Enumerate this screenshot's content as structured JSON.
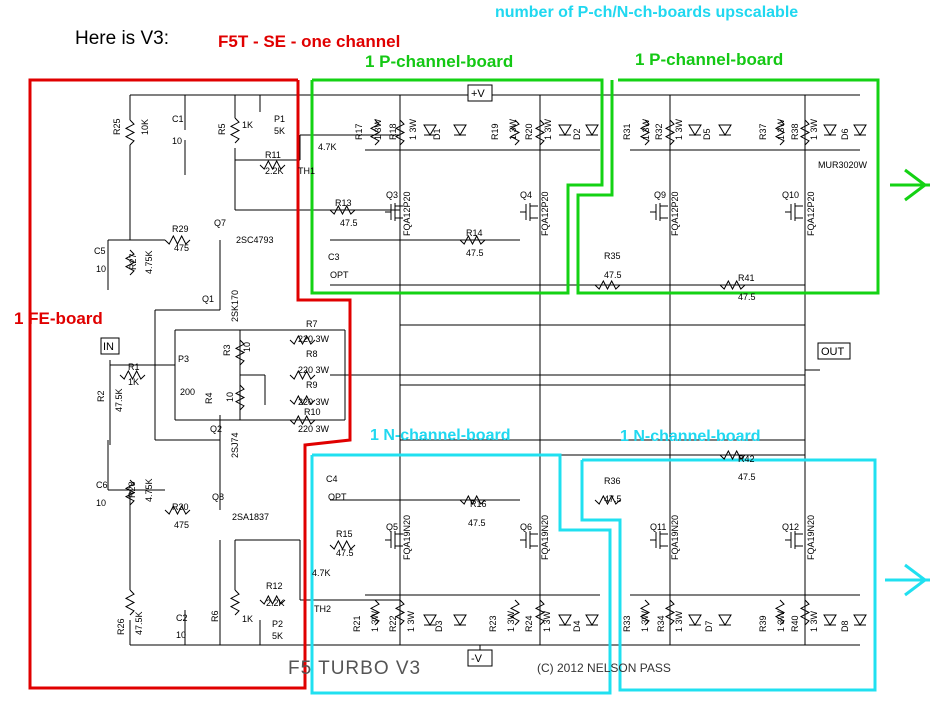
{
  "header": {
    "title": "Here is V3:",
    "subtitle": "F5T - SE - one channel",
    "upscale_note": "number of P-ch/N-ch-boards upscalable"
  },
  "boards": {
    "fe": "1 FE-board",
    "p1": "1 P-channel-board",
    "p2": "1 P-channel-board",
    "n1": "1 N-channel-board",
    "n2": "1 N-channel-board"
  },
  "colors": {
    "fe": "#e00000",
    "p": "#14d214",
    "n": "#20e0f0",
    "wire": "#000000"
  },
  "schematic": {
    "title": "F5 TURBO V3",
    "copyright": "(C) 2012 NELSON PASS",
    "ports": {
      "vplus": "+V",
      "vminus": "-V",
      "in": "IN",
      "out": "OUT"
    },
    "labels": {
      "R25": "R25",
      "R25v": "10K",
      "C1": "C1",
      "C1v": "10",
      "R5": "R5",
      "R5v": "1K",
      "P1": "P1",
      "P1v": "5K",
      "R11": "R11",
      "R11v": "2.2K",
      "TH1v": "4.7K",
      "TH1": "TH1",
      "R17": "R17",
      "R17v": "1 3W",
      "R18": "R18",
      "R18v": "1 3W",
      "D1": "D1",
      "D2": "D2",
      "R19": "R19",
      "R19v": "1 3W",
      "R20": "R20",
      "R20v": "1 3W",
      "R31": "R31",
      "R31v": "1 3W",
      "R32": "R32",
      "R32v": "1 3W",
      "D5": "D5",
      "D6": "D6",
      "R37": "R37",
      "R37v": "1 3W",
      "R38": "R38",
      "R38v": "1 3W",
      "mur": "MUR3020W",
      "Q7": "Q7",
      "Q7t": "2SC4793",
      "R13": "R13",
      "R13v": "47.5",
      "Q3": "Q3",
      "Q3t": "FQA12P20",
      "Q4": "Q4",
      "Q4t": "FQA12P20",
      "Q9": "Q9",
      "Q9t": "FQA12P20",
      "Q10": "Q10",
      "Q10t": "FQA12P20",
      "R29": "R29",
      "R29v": "475",
      "C5": "C5",
      "C5v": "10",
      "R27": "R27",
      "R27v": "4.75K",
      "R14": "R14",
      "R14v": "47.5",
      "C3": "C3",
      "C3v": "OPT",
      "R35": "R35",
      "R35v": "47.5",
      "R41": "R41",
      "R41v": "47.5",
      "Q1": "Q1",
      "Q1t": "2SK170",
      "R7": "R7",
      "R7v": "220 3W",
      "R8": "R8",
      "R8v": "220 3W",
      "R9": "R9",
      "R9v": "220 3W",
      "R10": "R10",
      "R10v": "220 3W",
      "R3": "R3",
      "R3v": "10",
      "R4": "R4",
      "R4v": "10",
      "P3": "P3",
      "P3v": "200",
      "R1": "R1",
      "R1v": "1K",
      "R2": "R2",
      "R2v": "47.5K",
      "Q2": "Q2",
      "Q2t": "2SJ74",
      "C6": "C6",
      "C6v": "10",
      "R28": "R28",
      "R28v": "4.75K",
      "R30": "R30",
      "R30v": "475",
      "Q8": "Q8",
      "Q8t": "2SA1837",
      "C4": "C4",
      "C4v": "OPT",
      "R16": "R16",
      "R16v": "47.5",
      "R36": "R36",
      "R36v": "47.5",
      "R42": "R42",
      "R42v": "47.5",
      "R15": "R15",
      "R15v": "47.5",
      "Q5": "Q5",
      "Q5t": "FQA19N20",
      "Q6": "Q6",
      "Q6t": "FQA19N20",
      "Q11": "Q11",
      "Q11t": "FQA19N20",
      "Q12": "Q12",
      "Q12t": "FQA19N20",
      "R12": "R12",
      "R12v": "2.2K",
      "TH2v": "4.7K",
      "TH2": "TH2",
      "R26": "R26",
      "R26v": "47.5K",
      "C2": "C2",
      "C2v": "10",
      "R6": "R6",
      "R6v": "1K",
      "P2": "P2",
      "P2v": "5K",
      "R21": "R21",
      "R21v": "1 3W",
      "R22": "R22",
      "R22v": "1 3W",
      "D3": "D3",
      "D4": "D4",
      "R23": "R23",
      "R23v": "1 3W",
      "R24": "R24",
      "R24v": "1 3W",
      "R33": "R33",
      "R33v": "1 3W",
      "R34": "R34",
      "R34v": "1 3W",
      "D7": "D7",
      "D8": "D8",
      "R39": "R39",
      "R39v": "1 3W",
      "R40": "R40",
      "R40v": "1 3W"
    }
  }
}
